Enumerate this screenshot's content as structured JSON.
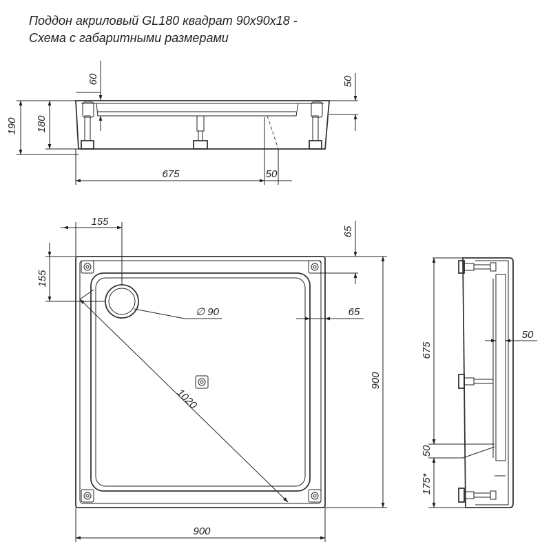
{
  "title": {
    "line1": "Поддон акриловый  GL180 квадрат 90x90x18 -",
    "line2": "Схема с габаритными размерами"
  },
  "front_view": {
    "dims": {
      "d60": "60",
      "d50_top": "50",
      "d190": "190",
      "d180": "180",
      "d675": "675",
      "d50_bottom": "50"
    }
  },
  "top_view": {
    "dims": {
      "d155_top": "155",
      "d65_top": "65",
      "d155_left": "155",
      "d90": "∅ 90",
      "d65_right": "65",
      "d1020": "1020",
      "d900_right": "900",
      "d900_bottom": "900"
    }
  },
  "side_view": {
    "dims": {
      "d675": "675",
      "d50": "50",
      "d50_low": "50",
      "d175": "175*"
    }
  }
}
